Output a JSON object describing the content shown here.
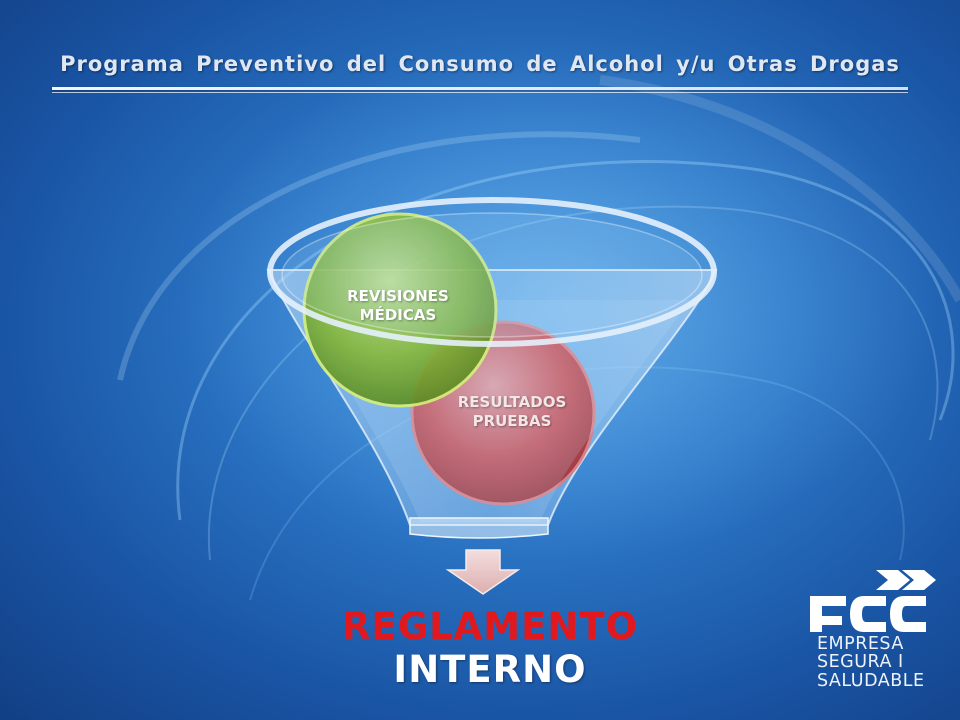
{
  "slide": {
    "title": "Programa Preventivo del Consumo de Alcohol y/u Otras Drogas"
  },
  "funnel": {
    "inputs": [
      {
        "label_line1": "REVISIONES",
        "label_line2": "MÉDICAS",
        "color": "#7fb63a"
      },
      {
        "label_line1": "RESULTADOS",
        "label_line2": "PRUEBAS",
        "color": "#d63c3c"
      }
    ],
    "arrow_color": "#e9c5c5",
    "output": {
      "line1": "REGLAMENTO",
      "line2": "INTERNO",
      "color": "#e0191f"
    }
  },
  "logo": {
    "brand": "FCC",
    "tagline_line1": "EMPRESA",
    "tagline_line2": "SEGURA I",
    "tagline_line3": "SALUDABLE"
  },
  "colors": {
    "background": "#2d78c8",
    "title_text": "#dfe7f2"
  }
}
